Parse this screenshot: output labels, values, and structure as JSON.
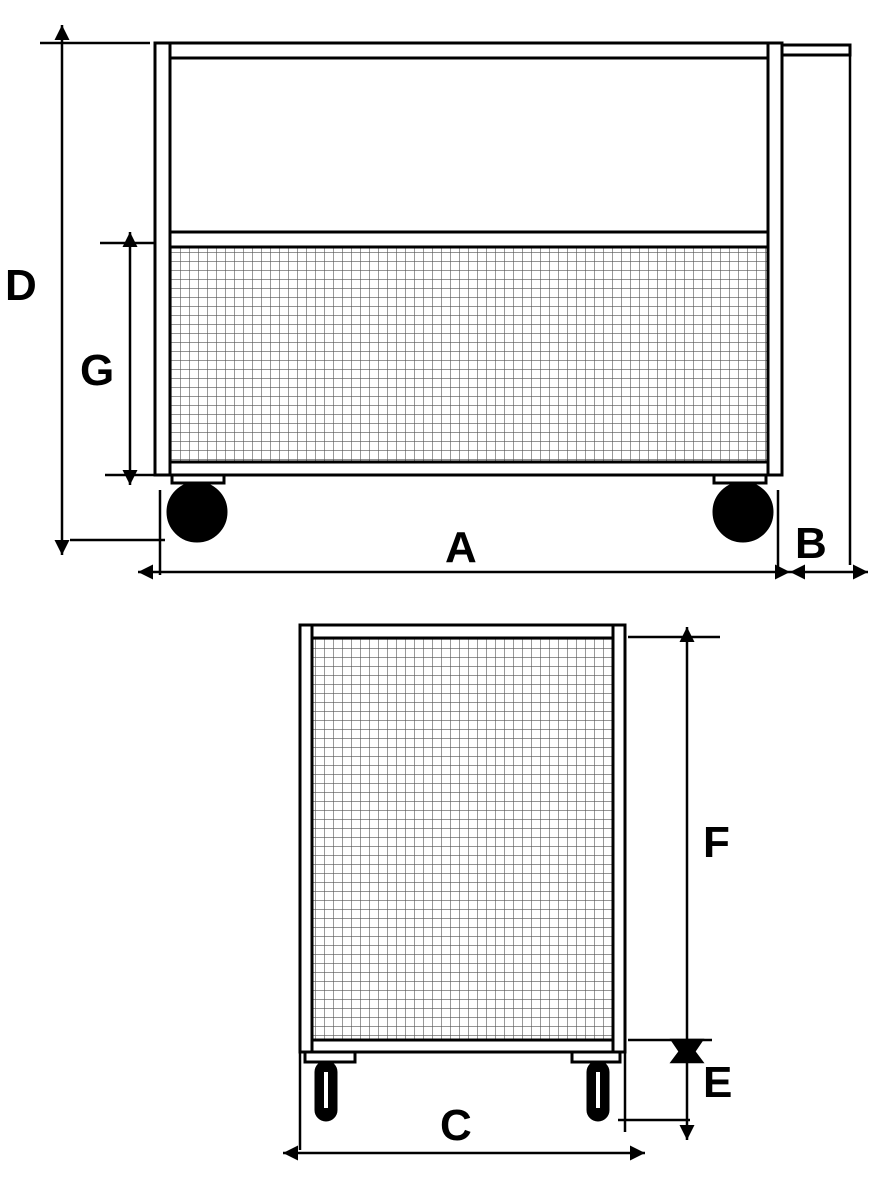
{
  "diagram": {
    "front_view": {
      "labels": {
        "A": "A",
        "B": "B",
        "D": "D",
        "G": "G"
      }
    },
    "side_view": {
      "labels": {
        "C": "C",
        "E": "E",
        "F": "F"
      }
    },
    "colors": {
      "line": "#000000",
      "background": "#ffffff",
      "mesh": "#555555"
    }
  }
}
